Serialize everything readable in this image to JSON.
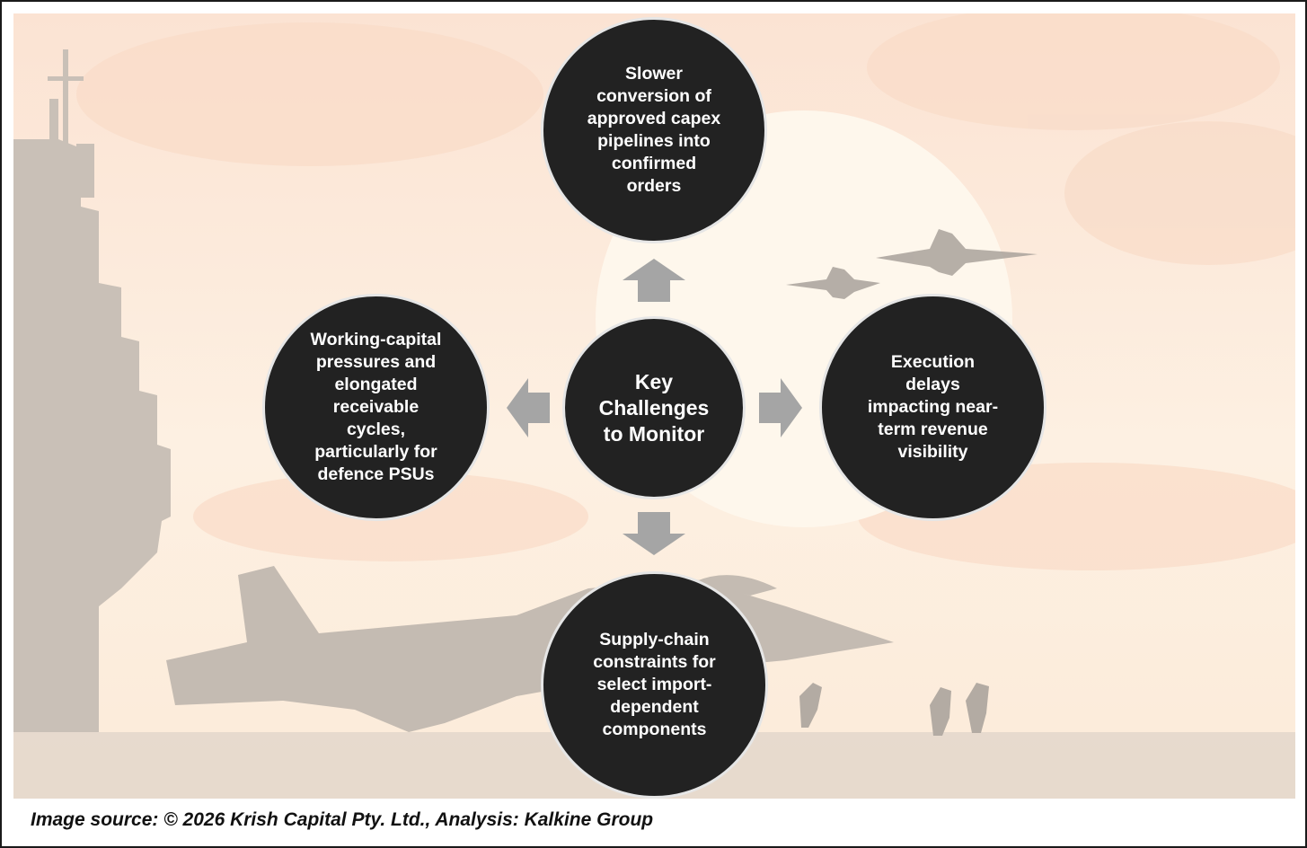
{
  "diagram": {
    "center": {
      "label": "Key\nChallenges\nto Monitor"
    },
    "top": {
      "label": "Slower\nconversion of\napproved capex\npipelines into\nconfirmed\norders"
    },
    "right": {
      "label": "Execution\ndelays\nimpacting near-\nterm revenue\nvisibility"
    },
    "bottom": {
      "label": "Supply-chain\nconstraints for\nselect import-\ndependent\ncomponents"
    },
    "left": {
      "label": "Working-capital\npressures and\nelongated\nreceivable\ncycles,\nparticularly for\ndefence PSUs"
    }
  },
  "caption": "Image source: © 2026 Krish Capital Pty. Ltd., Analysis: Kalkine Group",
  "background": {
    "description_icons": [
      "warship-silhouette-icon",
      "fighter-jet-icon",
      "sun-icon",
      "deck-crew-icon"
    ]
  },
  "colors": {
    "node_fill": "#222222",
    "node_border": "#e6e6e6",
    "arrow": "#a5a5a5",
    "sky_top": "#fbe6d6",
    "sky_mid": "#fdf1e2",
    "silhouette": "#c8bfb6"
  }
}
